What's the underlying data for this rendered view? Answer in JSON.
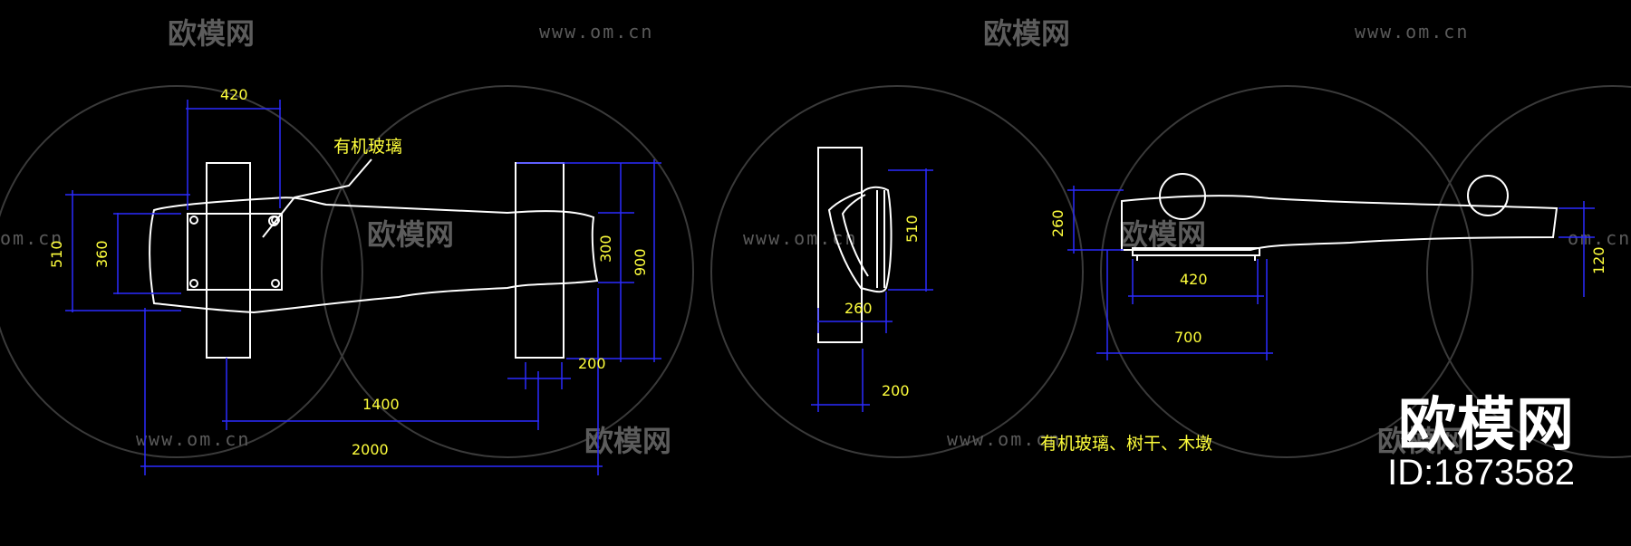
{
  "dimensions": {
    "plan": {
      "top_width": "420",
      "outer_height": "510",
      "inner_height": "360",
      "right_inner": "300",
      "right_outer": "900",
      "small_gap": "200",
      "post_span": "1400",
      "total_length": "2000"
    },
    "elevation": {
      "height": "510",
      "depth": "260",
      "base": "200"
    },
    "side": {
      "left_height": "260",
      "right_height": "120",
      "span_small": "420",
      "span_large": "700"
    }
  },
  "labels": {
    "material_note": "有机玻璃",
    "caption": "有机玻璃、树干、木墩"
  },
  "watermarks": {
    "url": "www.om.cn",
    "url_partial": "om.cn",
    "cn_name": "欧模网"
  },
  "brand": {
    "name": "欧模网",
    "id": "ID:1873582"
  },
  "colors": {
    "background": "#000000",
    "geometry": "#ffffff",
    "dimension_lines": "#2a2aff",
    "dimension_text": "#ffff3c",
    "watermark": "#5a5a5a"
  }
}
